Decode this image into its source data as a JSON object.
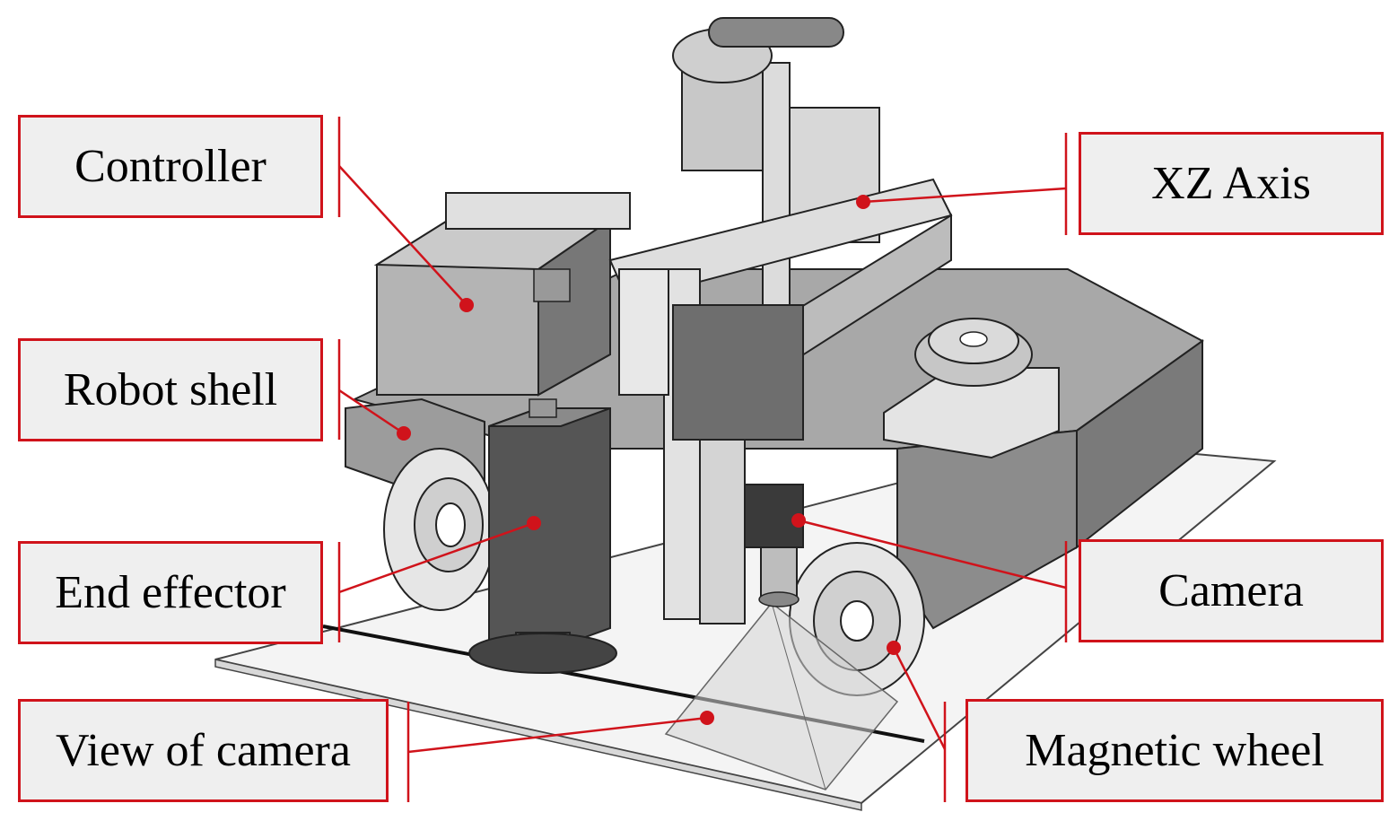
{
  "labels": {
    "controller": "Controller",
    "robot_shell": "Robot shell",
    "end_effector": "End effector",
    "view_of_camera": "View of camera",
    "xz_axis": "XZ Axis",
    "camera": "Camera",
    "magnetic_wheel": "Magnetic wheel"
  },
  "colors": {
    "callout": "#d0131b",
    "label_fill": "#efefef",
    "body_gray": "#9a9a9a",
    "dark_gray": "#555555",
    "outline": "#222222"
  }
}
